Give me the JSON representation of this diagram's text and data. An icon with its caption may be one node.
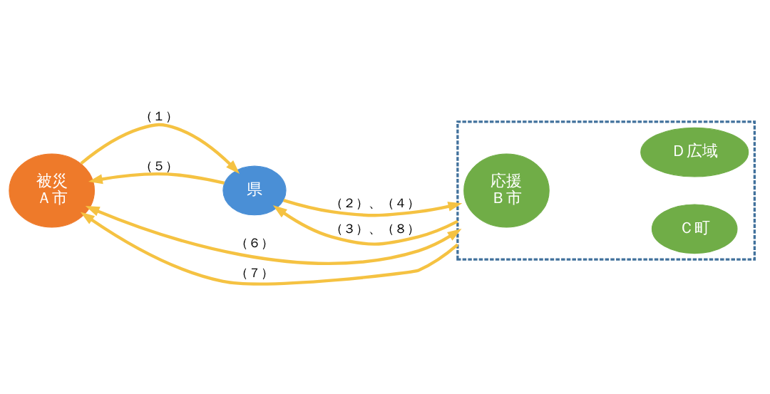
{
  "diagram": {
    "nodes": [
      {
        "text": [
          "県"
        ]
      },
      {
        "text": [
          "被災",
          "Ａ市"
        ]
      },
      {
        "text": [],
        "shape": "box"
      },
      {
        "text": [
          "応援",
          "Ｂ市"
        ],
        "in": 2
      },
      {
        "text": [
          "Ｃ町"
        ],
        "in": 2
      },
      {
        "text": [
          "Ｄ広域"
        ],
        "in": 2
      }
    ],
    "edges": [
      {
        "from": 1,
        "to": 0,
        "arrow": "to",
        "label": "（１）"
      },
      {
        "from": 0,
        "to": 1,
        "arrow": "to",
        "label": "（５）"
      },
      {
        "from": 0,
        "to": 2,
        "arrow": "to",
        "label": "（２）、（４）"
      },
      {
        "from": 2,
        "to": 0,
        "arrow": "to",
        "label": "（３）、（８）"
      },
      {
        "from": 1,
        "to": 2,
        "arrow": "both",
        "label": "（６）"
      },
      {
        "from": 2,
        "to": 1,
        "arrow": "to",
        "label": "（７）"
      }
    ]
  }
}
